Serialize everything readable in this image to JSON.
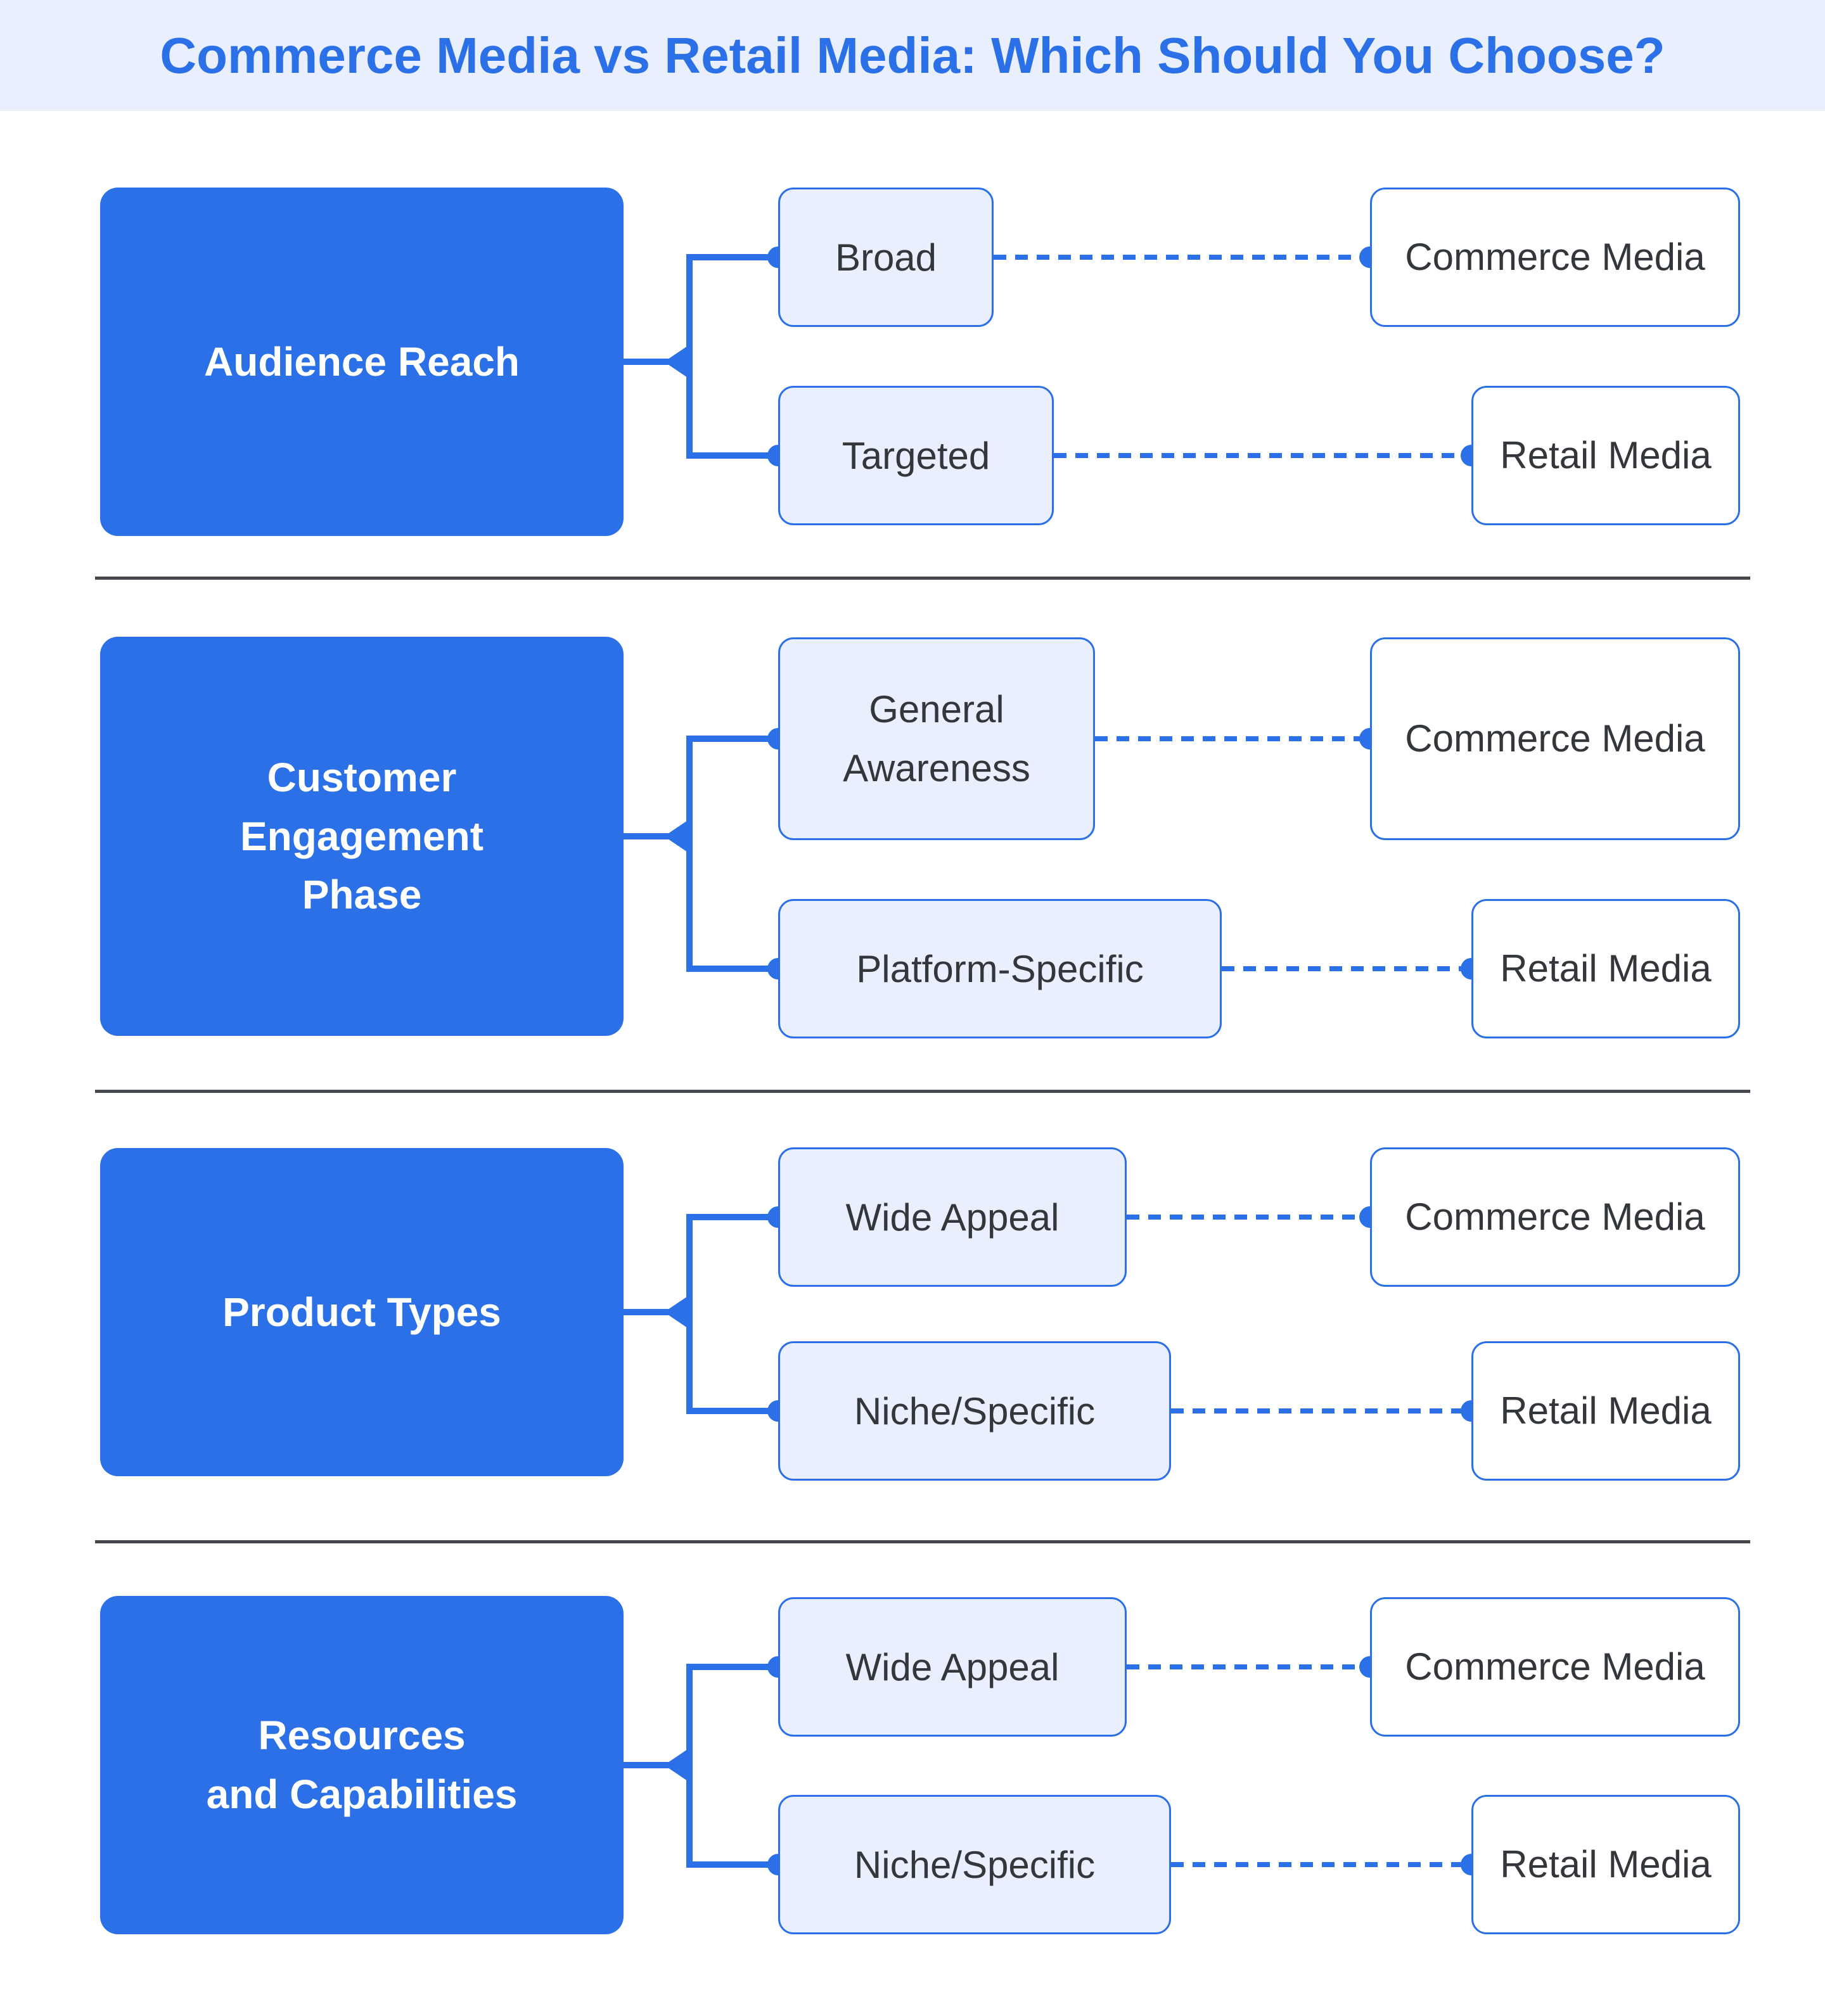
{
  "title": "Commerce Media vs Retail Media: Which Should You Choose?",
  "colors": {
    "accent": "#2B70E6",
    "light": "#E9EFFC",
    "banner": "#E9EFFC",
    "textdark": "#33373C",
    "divider": "#44484C",
    "white": "#FFFFFF"
  },
  "sections": [
    {
      "parent": "Audience Reach",
      "children": [
        {
          "label": "Broad",
          "outcome": "Commerce Media"
        },
        {
          "label": "Targeted",
          "outcome": "Retail Media"
        }
      ]
    },
    {
      "parent": "Customer\nEngagement\nPhase",
      "children": [
        {
          "label": "General\nAwareness",
          "outcome": "Commerce Media"
        },
        {
          "label": "Platform-Specific",
          "outcome": "Retail Media"
        }
      ]
    },
    {
      "parent": "Product Types",
      "children": [
        {
          "label": "Wide Appeal",
          "outcome": "Commerce Media"
        },
        {
          "label": "Niche/Specific",
          "outcome": "Retail Media"
        }
      ]
    },
    {
      "parent": "Resources\nand Capabilities",
      "children": [
        {
          "label": "Wide Appeal",
          "outcome": "Commerce Media"
        },
        {
          "label": "Niche/Specific",
          "outcome": "Retail Media"
        }
      ]
    }
  ]
}
